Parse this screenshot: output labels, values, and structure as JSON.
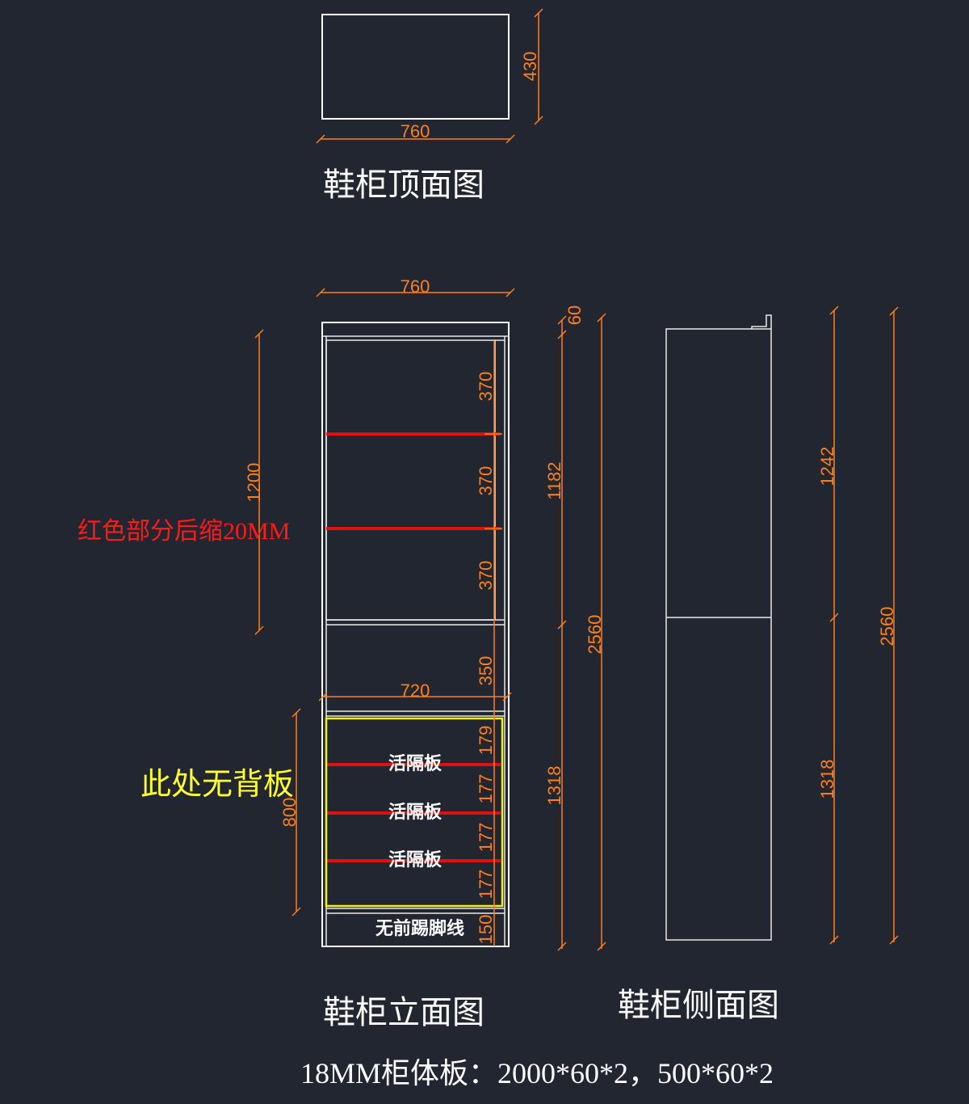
{
  "top_view": {
    "title": "鞋柜顶面图",
    "width_dim": "760",
    "depth_dim": "430"
  },
  "front_view": {
    "title": "鞋柜立面图",
    "width_dim": "760",
    "inner_width_dim": "720",
    "upper_height_dim": "1200",
    "lower_height_dim": "800",
    "upper_total_dim": "1182",
    "lower_total_dim": "1318",
    "total_height_dim": "2560",
    "top_dim": "60",
    "shelf_dims_upper": [
      "370",
      "370",
      "370"
    ],
    "mid_dim": "350",
    "shelf_dims_lower": [
      "179",
      "177",
      "177",
      "177"
    ],
    "kick_dim": "150",
    "red_note": "红色部分后缩20MM",
    "yellow_note": "此处无背板",
    "shelf_label": "活隔板",
    "kick_label": "无前踢脚线"
  },
  "side_view": {
    "title": "鞋柜侧面图",
    "upper_dim": "1242",
    "lower_dim": "1318",
    "total_dim": "2560"
  },
  "footnote": "18MM柜体板：2000*60*2，500*60*2",
  "colors": {
    "background": "#212630",
    "dimension": "#ff7f1a",
    "outline": "#ffffff",
    "setback": "#e01010",
    "no_back_panel": "#f0f01a"
  }
}
